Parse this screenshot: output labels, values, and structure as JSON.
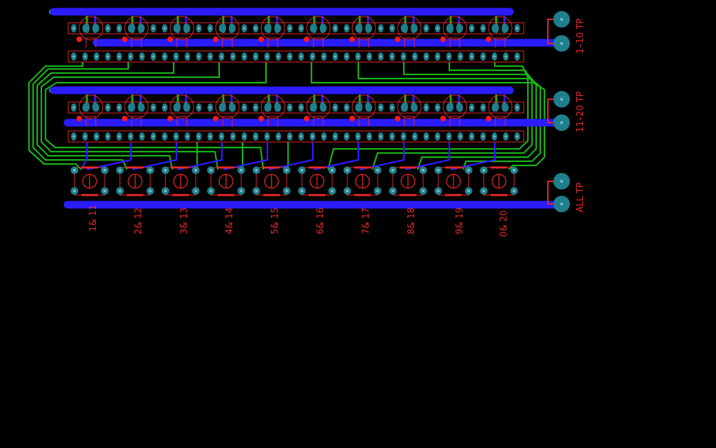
{
  "colors": {
    "background": "#000000",
    "bottom_copper": "#2b1cff",
    "top_copper": "#18b418",
    "silkscreen": "#e8282a",
    "pad": "#1f7f8c",
    "pad_hole": "#7fb9c0"
  },
  "test_points": [
    {
      "label": "1–10 TP"
    },
    {
      "label": "11–20 TP"
    },
    {
      "label": "ALL TP"
    }
  ],
  "button_labels": [
    "1& 11",
    "2& 12",
    "3& 13",
    "4& 14",
    "5& 15",
    "6& 16",
    "7& 17",
    "8& 18",
    "9& 19",
    "0& 20"
  ]
}
